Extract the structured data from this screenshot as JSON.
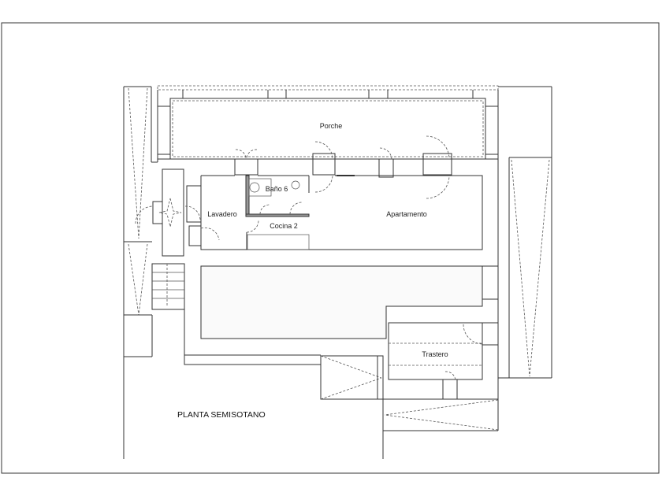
{
  "plan": {
    "title": "PLANTA SEMISOTANO",
    "rooms": {
      "porche": "Porche",
      "bano": "Baño 6",
      "lavadero": "Lavadero",
      "apartamento": "Apartamento",
      "cocina": "Cocina 2",
      "trastero": "Trastero"
    }
  }
}
